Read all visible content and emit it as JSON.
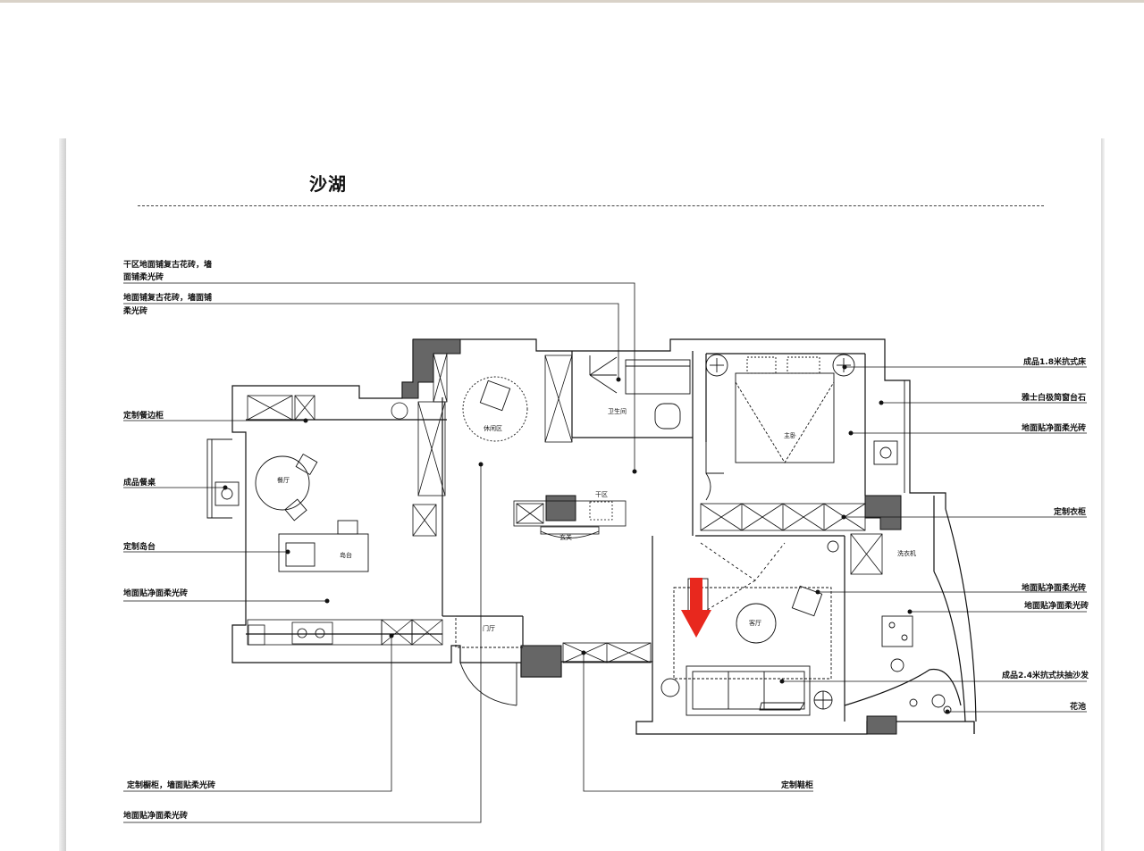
{
  "title": "沙湖",
  "annotations": {
    "left": [
      {
        "id": "dry-area",
        "lines": [
          "干区地面铺复古花砖，墙",
          "面铺柔光砖"
        ]
      },
      {
        "id": "wet-area",
        "lines": [
          "地面铺复古花砖，墙面铺",
          "柔光砖"
        ]
      },
      {
        "id": "sideboard",
        "lines": [
          "定制餐边柜"
        ]
      },
      {
        "id": "dining-table",
        "lines": [
          "成品餐桌"
        ]
      },
      {
        "id": "island",
        "lines": [
          "定制岛台"
        ]
      },
      {
        "id": "kitchen-floor",
        "lines": [
          "地面贴净面柔光砖"
        ]
      }
    ],
    "right": [
      {
        "id": "bed",
        "lines": [
          "成品1.8米抗式床"
        ]
      },
      {
        "id": "window-sill",
        "lines": [
          "雅士白极简窗台石"
        ]
      },
      {
        "id": "bedroom-floor",
        "lines": [
          "地面贴净面柔光砖"
        ]
      },
      {
        "id": "wardrobe",
        "lines": [
          "定制衣柜"
        ]
      },
      {
        "id": "living-floor",
        "lines": [
          "地面贴净面柔光砖"
        ]
      },
      {
        "id": "balcony-floor",
        "lines": [
          "地面贴净面柔光砖"
        ]
      },
      {
        "id": "sofa",
        "lines": [
          "成品2.4米抗式扶抽沙发"
        ]
      },
      {
        "id": "planter",
        "lines": [
          "花池"
        ]
      }
    ],
    "bottom": [
      {
        "id": "cabinets",
        "lines": [
          "定制橱柜，墙面贴柔光砖"
        ]
      },
      {
        "id": "entry-floor",
        "lines": [
          "地面贴净面柔光砖"
        ]
      },
      {
        "id": "shoe-cabinet",
        "lines": [
          "定制鞋柜"
        ]
      }
    ]
  },
  "rooms": {
    "bathroom": "卫生间",
    "master_bedroom": "主卧",
    "living_room": "客厅",
    "dry_zone": "干区",
    "entry": "门厅",
    "dining": "餐厅",
    "island_label": "岛台",
    "lounge": "休闲区",
    "foyer": "玄关",
    "washer": "洗衣机"
  },
  "colors": {
    "line": "#111111",
    "wall_fill": "#666666",
    "arrow": "#e8281e"
  }
}
